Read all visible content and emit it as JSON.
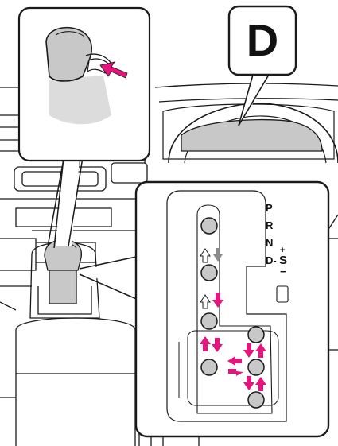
{
  "callout_indicator": {
    "letter": "D"
  },
  "shift_gate": {
    "labels": {
      "park": "P",
      "reverse": "R",
      "neutral": "N",
      "drive": "D-",
      "sport": "S",
      "plus": "+",
      "minus": "−"
    }
  },
  "colors": {
    "line": "#1a1a1a",
    "fill_gray": "#c8c8c8",
    "light_gray": "#dcdcdc",
    "accent_pink": "#e6147d",
    "arrow_gray": "#8a8a8a"
  }
}
